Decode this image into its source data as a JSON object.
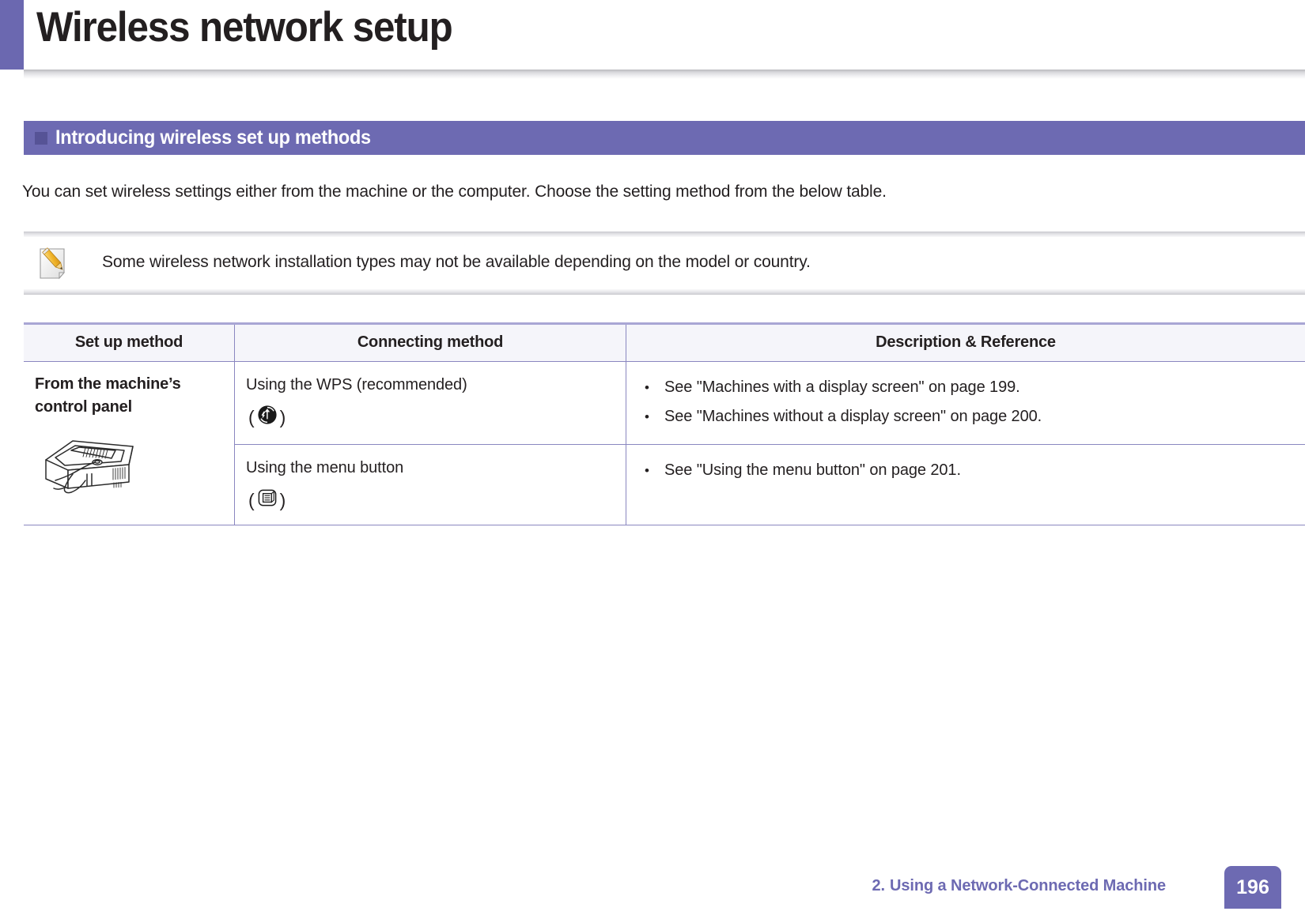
{
  "page": {
    "title": "Wireless network setup",
    "accent_color": "#6d6ab2",
    "section_header": "Introducing wireless set up methods",
    "intro_paragraph": "You can set wireless settings either from the machine or the computer. Choose the setting method from the below table.",
    "note": {
      "icon": "note-pencil-icon",
      "text": "Some wireless network installation types may not be available depending on the model or country."
    }
  },
  "table": {
    "headers": {
      "setup_method": "Set up method",
      "connecting_method": "Connecting method",
      "description_reference": "Description & Reference"
    },
    "rows": [
      {
        "setup_method_label": "From the machine’s control panel",
        "setup_method_illustration": "printer-with-hand-illustration",
        "methods": [
          {
            "label": "Using the WPS (recommended)",
            "icon": "wps-button-icon",
            "open_paren": "(",
            "close_paren": ")",
            "references": [
              "See \"Machines with a display screen\" on page 199.",
              "See \"Machines without a display screen\" on page 200."
            ]
          },
          {
            "label": "Using the menu button",
            "icon": "menu-button-icon",
            "open_paren": "(",
            "close_paren": ")",
            "references": [
              "See \"Using the menu button\" on page 201."
            ]
          }
        ]
      }
    ]
  },
  "footer": {
    "chapter_number": "2.",
    "chapter_title": "Using a Network-Connected Machine",
    "page_number": "196"
  }
}
